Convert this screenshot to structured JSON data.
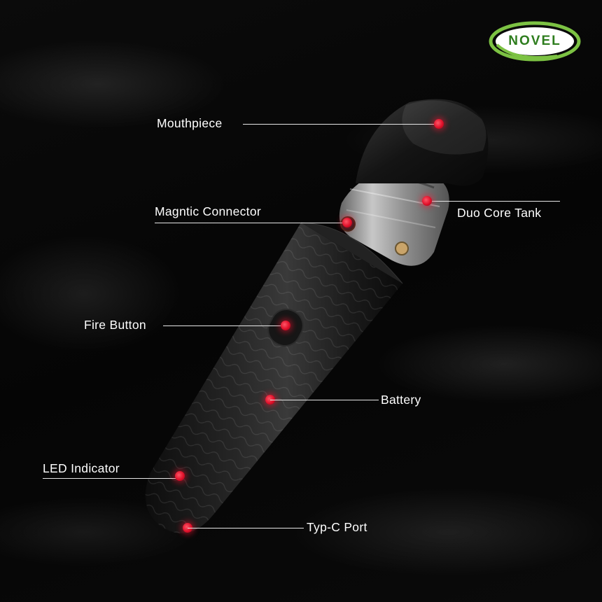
{
  "brand": {
    "name": "NOVEL",
    "ring_color": "#7cc243",
    "text_color": "#2e7d1e"
  },
  "colors": {
    "background": "#050505",
    "hotspot": "#e0102a",
    "leader_line": "#e6e6e6",
    "label_text": "#ffffff"
  },
  "labels": {
    "mouthpiece": "Mouthpiece",
    "magnetic_connector": "Magntic Connector",
    "duo_core_tank": "Duo Core Tank",
    "fire_button": "Fire Button",
    "battery": "Battery",
    "led_indicator": "LED Indicator",
    "typec_port": "Typ-C Port"
  }
}
